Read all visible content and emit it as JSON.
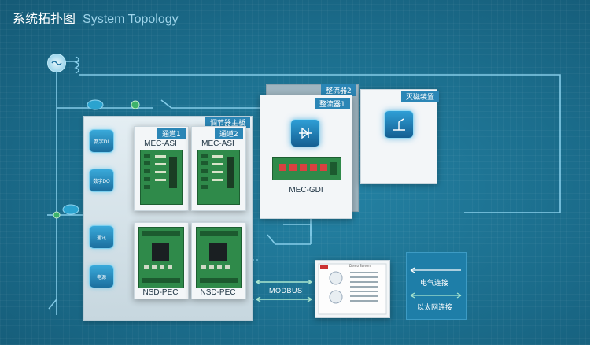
{
  "title": {
    "cn": "系统拓扑图",
    "en": "System Topology"
  },
  "regulator_board": {
    "label": "调节器主板"
  },
  "left_buttons": [
    {
      "label": "数字DI"
    },
    {
      "label": "数字DO"
    },
    {
      "label": "通讯"
    },
    {
      "label": "电源"
    }
  ],
  "channels": [
    {
      "tag": "通道1",
      "module_top": "MEC-ASI",
      "module_bottom": "NSD-PEC"
    },
    {
      "tag": "通道2",
      "module_top": "MEC-ASI",
      "module_bottom": "NSD-PEC"
    }
  ],
  "rectifiers": {
    "rectifier2_tag": "整流器2",
    "rectifier1_tag": "整流器1",
    "module": "MEC-GDI"
  },
  "demagnetizer": {
    "tag": "灭磁装置"
  },
  "hmi": {
    "title": "Demo Screen"
  },
  "modbus": "MODBUS",
  "legend": {
    "electrical": "电气连接",
    "ethernet": "以太网连接"
  },
  "colors": {
    "background": "#1c6f8e",
    "tag": "#2b86b6",
    "line": "#7fd0ef",
    "legend_arrow": "#a8e6cf"
  }
}
